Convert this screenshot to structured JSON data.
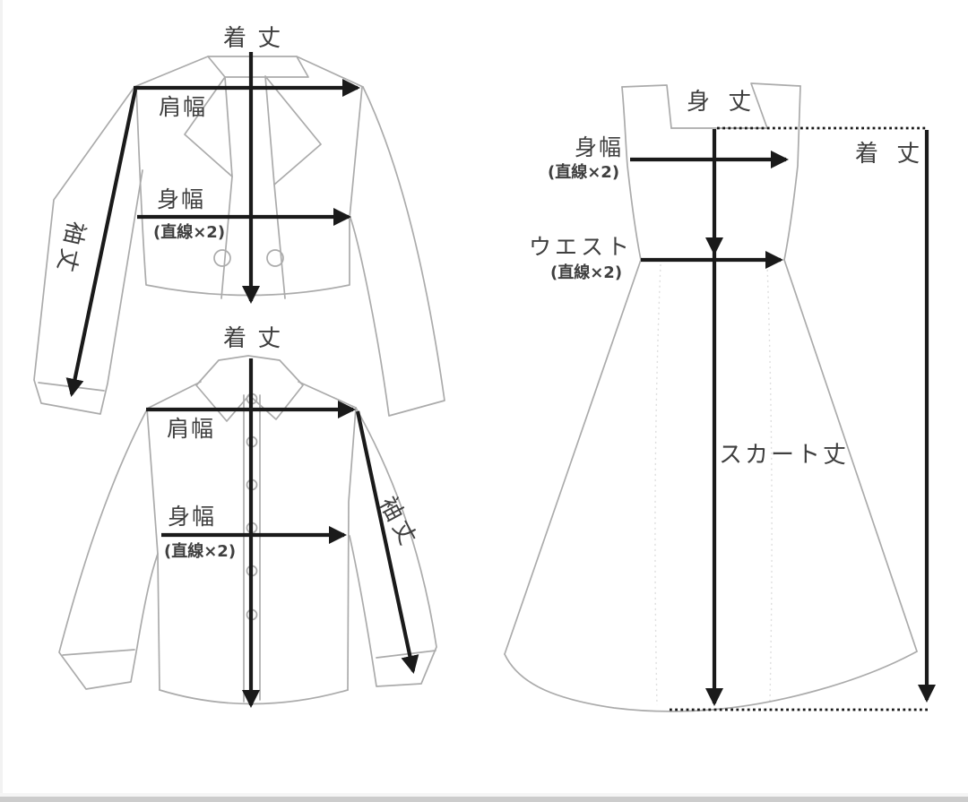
{
  "diagram_title": "clothing-measurement-guide",
  "colors": {
    "page": "#ffffff",
    "outline": "#ababab",
    "arrow": "#1a1a1a",
    "label": "#3f3f3f",
    "seam": "#dedede",
    "bottom_bar": "#cccccc"
  },
  "jacket": {
    "garment_length_label": "着 丈",
    "shoulder_width_label": "肩幅",
    "body_width_label": "身幅",
    "body_width_note": "(直線×2)",
    "sleeve_length_label": "袖丈"
  },
  "shirt": {
    "garment_length_label": "着 丈",
    "shoulder_width_label": "肩幅",
    "body_width_label": "身幅",
    "body_width_note": "(直線×2)",
    "sleeve_length_label": "袖丈"
  },
  "dress": {
    "body_length_label": "身 丈",
    "body_width_label": "身幅",
    "body_width_note": "(直線×2)",
    "waist_label": "ウエスト",
    "waist_note": "(直線×2)",
    "garment_length_label": "着 丈",
    "skirt_length_label": "スカート丈"
  }
}
